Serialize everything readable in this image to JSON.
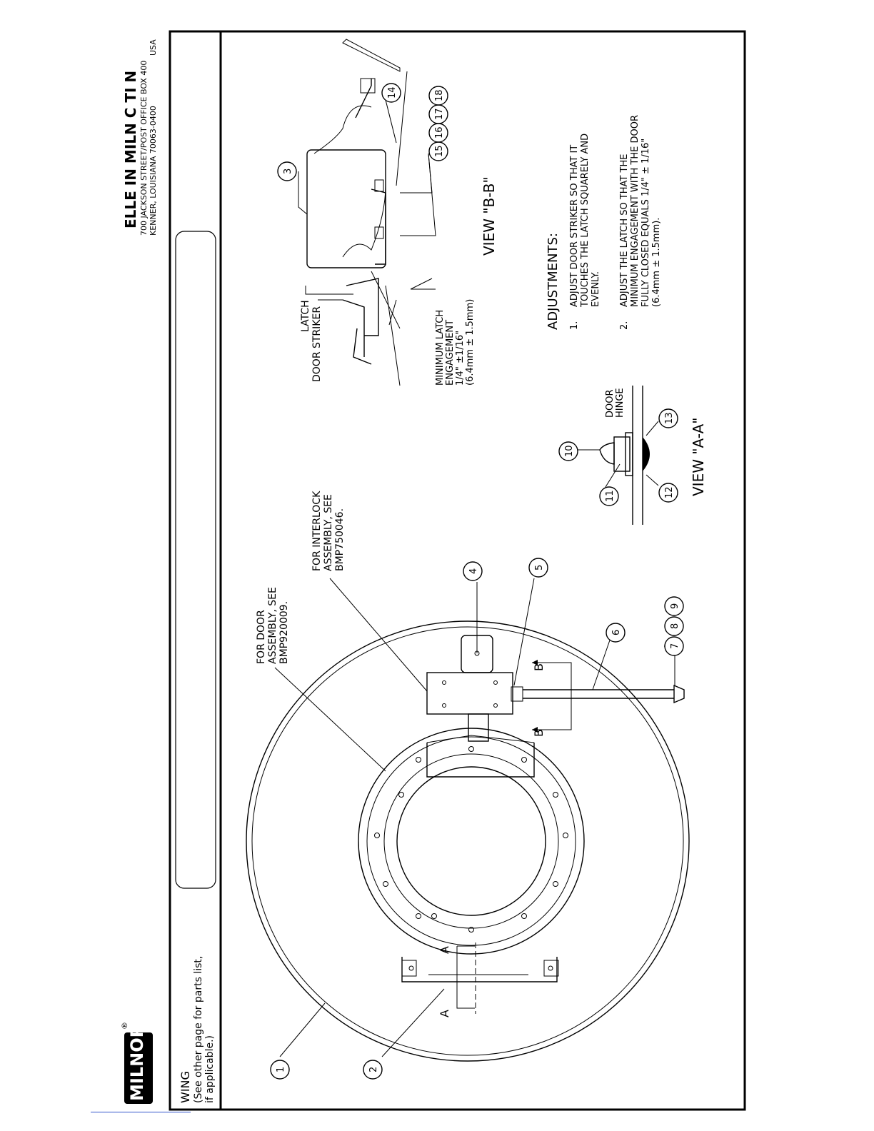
{
  "company": {
    "name": "ELLE IN MILN C TI N",
    "address_line1": "700 JACKSON STREET/POST OFFICE BOX 400",
    "address_line2": "KENNER, LOUISIANA 70063-0400",
    "country": "USA",
    "logo_text": "MILNOR"
  },
  "drawing_header": {
    "title": "WING",
    "note_line1": "(See other page for parts list,",
    "note_line2": "if applicable.)"
  },
  "notes": {
    "door_assembly": [
      "FOR DOOR",
      "ASSEMBLY, SEE",
      "BMP920009."
    ],
    "interlock_assembly": [
      "FOR INTERLOCK",
      "ASSEMBLY, SEE",
      "BMP750046."
    ],
    "latch": "LATCH",
    "door_striker": "DOOR STRIKER",
    "min_latch": [
      "MINIMUM LATCH",
      "ENGAGEMENT",
      "1/4\" ±1/16\"",
      "(6.4mm ± 1.5mm)"
    ],
    "door_hinge": [
      "DOOR",
      "HINGE"
    ]
  },
  "views": {
    "view_bb": "VIEW  \"B-B\"",
    "view_aa": "VIEW  \"A-A\"",
    "section_b": "B",
    "section_a": "A"
  },
  "adjustments": {
    "title": "ADJUSTMENTS:",
    "items": [
      {
        "num": "1.",
        "lines": [
          "ADJUST DOOR STRIKER SO THAT IT",
          "TOUCHES THE LATCH SQUARELY AND",
          "EVENLY."
        ]
      },
      {
        "num": "2.",
        "lines": [
          "ADJUST THE LATCH SO THAT THE",
          "MINIMUM ENGAGEMENT WITH THE DOOR",
          "FULLY CLOSED EQUALS 1/4\" ± 1/16\"",
          "(6.4mm ± 1.5mm)."
        ]
      }
    ]
  },
  "balloons": [
    "1",
    "2",
    "3",
    "4",
    "5",
    "6",
    "7",
    "8",
    "9",
    "10",
    "11",
    "12",
    "13",
    "14",
    "15",
    "16",
    "17",
    "18"
  ]
}
